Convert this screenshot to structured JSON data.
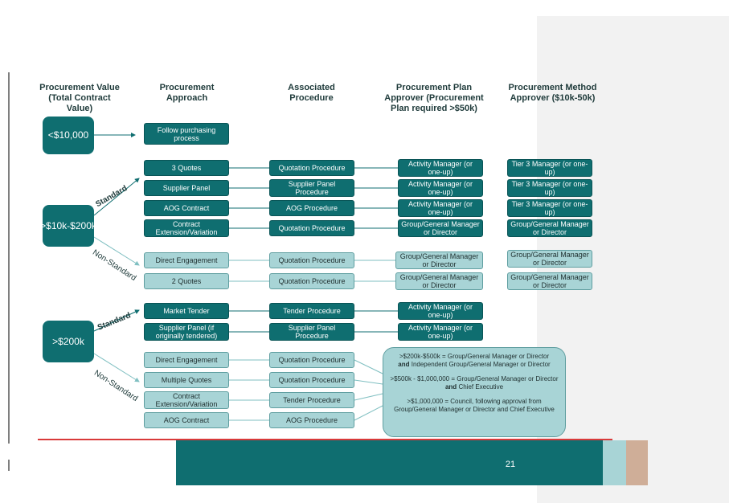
{
  "headers": {
    "value": "Procurement Value (Total Contract Value)",
    "approach": "Procurement Approach",
    "procedure": "Associated Procedure",
    "plan_approver": "Procurement Plan Approver (Procurement Plan required >$50k)",
    "method_approver": "Procurement Method Approver ($10k-50k)"
  },
  "values": {
    "tier1": "<$10,000",
    "tier2": ">$10k-$200k",
    "tier3": ">$200k"
  },
  "branch_labels": {
    "standard": "Standard",
    "non_standard": "Non-Standard"
  },
  "approaches": {
    "follow": "Follow purchasing process",
    "three_quotes": "3 Quotes",
    "supplier_panel": "Supplier Panel",
    "aog_contract": "AOG Contract",
    "contract_ext": "Contract Extension/Variation",
    "direct_eng": "Direct Engagement",
    "two_quotes": "2 Quotes",
    "market_tender": "Market Tender",
    "supplier_panel_tendered": "Supplier Panel (if originally tendered)",
    "direct_eng_2": "Direct Engagement",
    "multiple_quotes": "Multiple Quotes",
    "contract_ext_2": "Contract Extension/Variation",
    "aog_contract_2": "AOG Contract"
  },
  "procedures": {
    "quotation": "Quotation Procedure",
    "supplier_panel": "Supplier Panel Procedure",
    "aog": "AOG Procedure",
    "tender": "Tender Procedure"
  },
  "approvers": {
    "activity_mgr": "Activity Manager (or one-up)",
    "group_gm": "Group/General Manager or Director",
    "tier3_mgr": "Tier 3 Manager (or one-up)"
  },
  "note": {
    "line1_a": ">$200k-$500k = Group/General Manager or Director",
    "line1_and": "and",
    "line1_b": "Independent Group/General Manager or Director",
    "line2_a": ">$500k - $1,000,000 = Group/General Manager or Director",
    "line2_and": "and",
    "line2_b": "Chief Executive",
    "line3": ">$1,000,000 = Council, following approval from Group/General Manager or Director and Chief Executive"
  },
  "footer": {
    "page_number": "21"
  },
  "colors": {
    "dark_teal": "#0f6e70",
    "light_teal": "#a8d4d6",
    "red_rule": "#d93a3a",
    "tan": "#cfae98"
  }
}
